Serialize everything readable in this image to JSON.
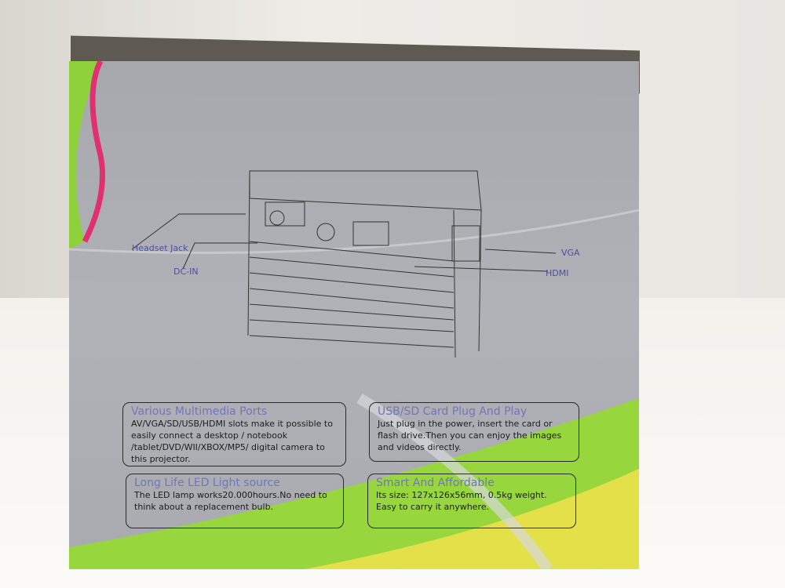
{
  "colors": {
    "box_gray": "#aaacb2",
    "green": "#8fd13a",
    "pink": "#e0306f",
    "yellow": "#e8e23a",
    "heading": "#7076b8"
  },
  "diagram_labels": {
    "headset": "Headset Jack",
    "dcin": "DC-IN",
    "vga": "VGA",
    "hdmi": "HDMI"
  },
  "features": [
    {
      "title": "Various Multimedia Ports",
      "text": "AV/VGA/SD/USB/HDMI slots make it possible to easily connect a desktop / notebook /tablet/DVD/WII/XBOX/MP5/ digital camera to this projector."
    },
    {
      "title": "USB/SD Card Plug And Play",
      "text": "Just plug in the power,  insert the card or flash drive.Then you can enjoy the images and videos directly."
    },
    {
      "title": "Long Life LED Light source",
      "text": "The LED lamp works20.000hours.No need to think about a replacement bulb."
    },
    {
      "title": "Smart And Affordable",
      "text": "Its size:  127x126x56mm,  0.5kg weight. Easy to carry it anywhere."
    }
  ]
}
